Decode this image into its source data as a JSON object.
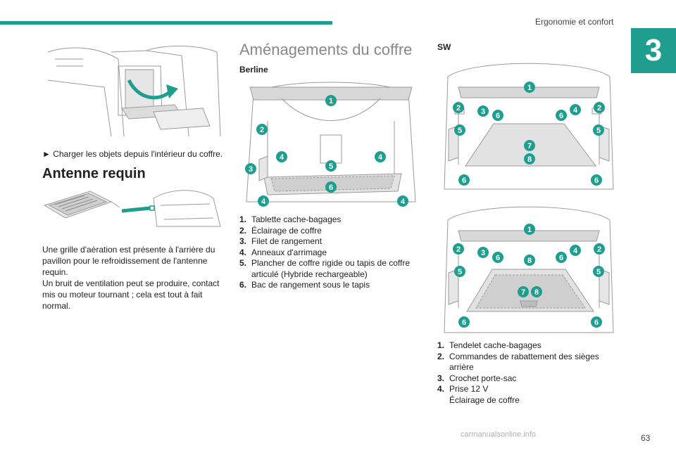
{
  "header": {
    "section": "Ergonomie et confort",
    "chapter": "3",
    "page": "63"
  },
  "watermark": "carmanualsonline.info",
  "left": {
    "bullet": "► Charger les objets depuis l'intérieur du coffre.",
    "antenna_title": "Antenne requin",
    "p1": [
      "Une grille d'aération est présente à l'arrière du",
      "pavillon pour le refroidissement de l'antenne",
      "requin."
    ],
    "p2": [
      "Un bruit de ventilation peut se produire, contact",
      "mis ou moteur tournant ; cela est tout à fait",
      "normal."
    ]
  },
  "middle": {
    "title": "Aménagements du coffre",
    "sub": "Berline",
    "legend": [
      {
        "n": "1.",
        "lines": [
          "Tablette cache-bagages"
        ]
      },
      {
        "n": "2.",
        "lines": [
          "Éclairage de coffre"
        ]
      },
      {
        "n": "3.",
        "lines": [
          "Filet de rangement"
        ]
      },
      {
        "n": "4.",
        "lines": [
          "Anneaux d'arrimage"
        ]
      },
      {
        "n": "5.",
        "lines": [
          "Plancher de coffre rigide ou tapis de coffre",
          "articulé (Hybride rechargeable)"
        ]
      },
      {
        "n": "6.",
        "lines": [
          "Bac de rangement sous le tapis"
        ]
      }
    ]
  },
  "right": {
    "sub": "SW",
    "legend": [
      {
        "n": "1.",
        "lines": [
          "Tendelet cache-bagages"
        ]
      },
      {
        "n": "2.",
        "lines": [
          "Commandes de rabattement des sièges",
          "arrière"
        ]
      },
      {
        "n": "3.",
        "lines": [
          "Crochet porte-sac"
        ]
      },
      {
        "n": "4.",
        "lines": [
          "Prise 12 V",
          "Éclairage de coffre"
        ]
      }
    ]
  },
  "colors": {
    "accent": "#1f9e8f"
  }
}
